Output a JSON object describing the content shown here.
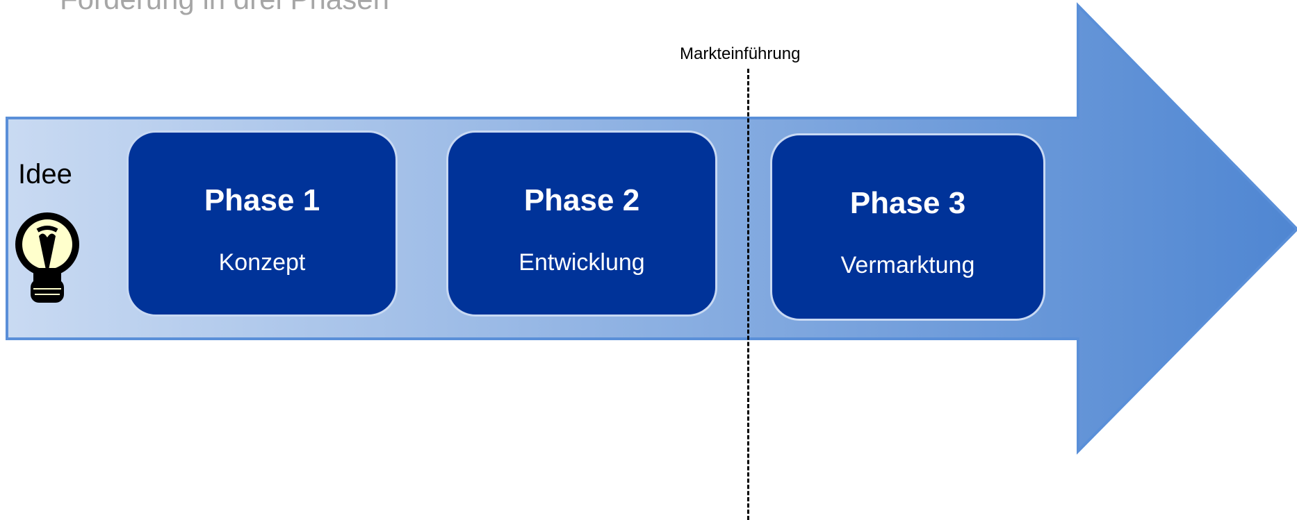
{
  "title": "Förderung in drei Phasen",
  "start_label": "Idee",
  "milestone_label": "Markteinführung",
  "phases": [
    {
      "title": "Phase 1",
      "subtitle": "Konzept"
    },
    {
      "title": "Phase 2",
      "subtitle": "Entwicklung"
    },
    {
      "title": "Phase 3",
      "subtitle": "Vermarktung"
    }
  ],
  "icons": {
    "start": "lightbulb-icon"
  },
  "colors": {
    "arrow_start": "#c9daf2",
    "arrow_end": "#4f86d2",
    "arrow_border": "#5a8fd8",
    "phase_fill": "#003399",
    "phase_border": "#c8d9f3",
    "title_text": "#a6a6a6",
    "bulb_fill": "#ffffcc"
  }
}
